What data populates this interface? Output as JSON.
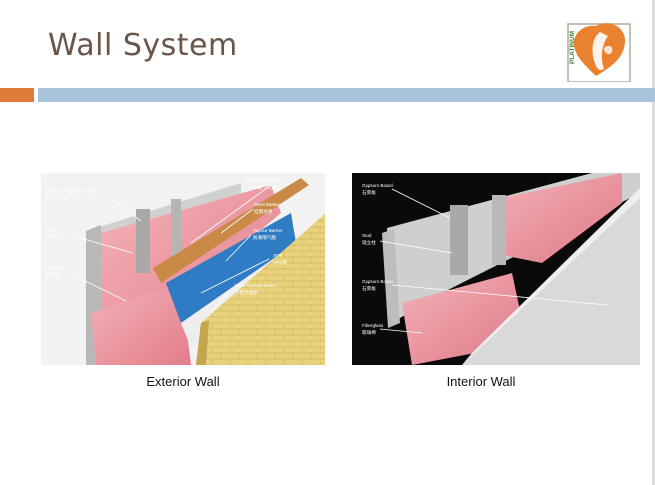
{
  "slide": {
    "title": "Wall System",
    "logo_text": "PLATINUM",
    "colors": {
      "title": "#6b5448",
      "accent_orange": "#e07a3a",
      "accent_blue": "#a9c3dc"
    }
  },
  "exterior": {
    "caption": "Exterior Wall",
    "labels": {
      "fireproof_gypsum": "Fireproof Gypsum Board",
      "fireproof_gypsum_cn": "防火石膏板",
      "stud": "Stud",
      "stud_cn": "墙立柱",
      "fiberglass": "Fiberglass",
      "fiberglass_cn": "玻璃棉",
      "osb": "OSB (Optional)",
      "osb_cn": "OSB板（可选）",
      "steel_batten": "Steel Batten",
      "steel_batten_cn": "挂钢龙骨",
      "vapour_barrier": "Vapour Barrier",
      "vapour_barrier_cn": "防潮隔气膜",
      "xps": "XPS",
      "xps_cn": "XPS板",
      "fiber_cement": "Fiber Cement Board",
      "fiber_cement_cn": "外挂纤维板"
    }
  },
  "interior": {
    "caption": "Interior Wall",
    "labels": {
      "gypsum_top": "Gypsum Board",
      "gypsum_top_cn": "石膏板",
      "stud": "Stud",
      "stud_cn": "墙立柱",
      "gypsum_mid": "Gypsum Board",
      "gypsum_mid_cn": "石膏板",
      "fiberglass": "Fiberglass",
      "fiberglass_cn": "玻璃棉"
    }
  }
}
